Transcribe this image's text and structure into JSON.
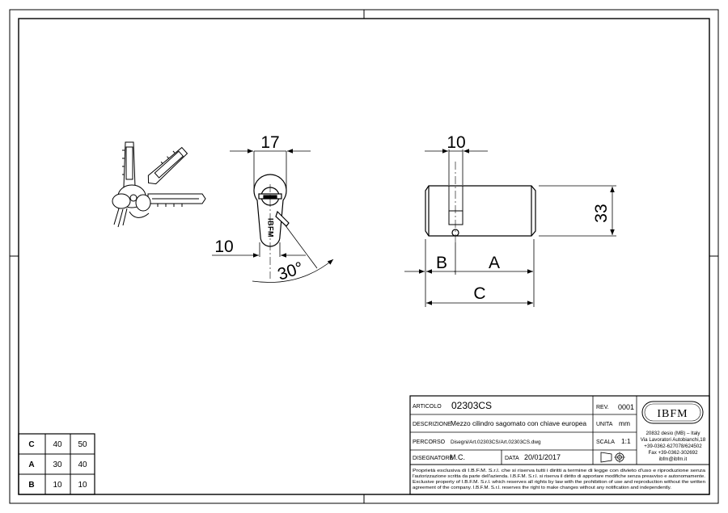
{
  "colors": {
    "ink": "#000000",
    "paper": "#ffffff"
  },
  "dimensions": {
    "side_width": "17",
    "side_bottom": "10",
    "angle": "30°",
    "front_width": "10",
    "front_height": "33",
    "b": "B",
    "a": "A",
    "c": "C"
  },
  "key_logo": "IBFM",
  "size_table": {
    "rows": [
      {
        "label": "C",
        "v1": "40",
        "v2": "50"
      },
      {
        "label": "A",
        "v1": "30",
        "v2": "40"
      },
      {
        "label": "B",
        "v1": "10",
        "v2": "10"
      }
    ]
  },
  "title_block": {
    "articolo_label": "ARTICOLO",
    "articolo_value": "02303CS",
    "rev_label": "REV.",
    "rev_value": "0001",
    "descrizione_label": "DESCRIZIONE",
    "descrizione_value": "Mezzo cilindro sagomato con chiave europea",
    "unita_label": "UNITA",
    "unita_value": "mm",
    "percorso_label": "PERCORSO",
    "percorso_value": "Disegni/Art.02303CS/Art.02303CS.dwg",
    "scala_label": "SCALA",
    "scala_value": "1:1",
    "disegnatore_label": "DISEGNATORE",
    "disegnatore_value": "M.C.",
    "data_label": "DATA",
    "data_value": "20/01/2017",
    "logo": "IBFM",
    "address": [
      "20832 desio (MB) – Italy",
      "Via Lavoratori Autobianchi,18",
      "+39-0362-627078/624502",
      "Fax +39-0362-302692",
      "ibfm@ibfm.it"
    ],
    "notice": [
      "Proprietà esclusiva di I.B.F.M. S.r.l. che si riserva tutti i diritti a termine di legge con divieto d'uso e riproduzione senza",
      "l'autorizzazione scritta da parte dell'azienda. I.B.F.M. S.r.l. si riserva il diritto di apportare modifiche senza preavviso e autonomamente.",
      "Exclusive property of I.B.F.M. S.r.l. which reserves all rights by law with the prohibition of use and reproduction without the written",
      "agreement of the company. I.B.F.M. S.r.l. reserves the right to make changes without any notification and independently."
    ]
  }
}
